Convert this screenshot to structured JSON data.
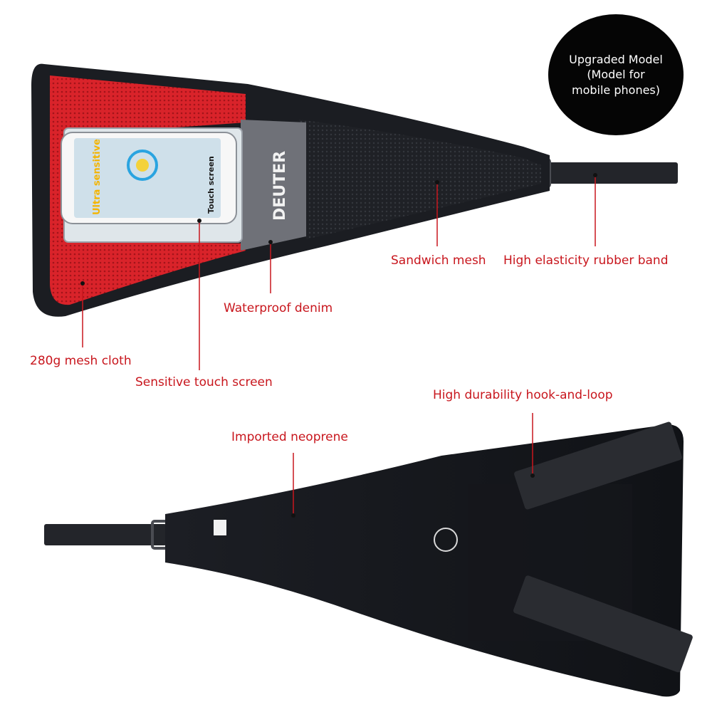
{
  "badge": {
    "line1": "Upgraded Model",
    "line2": "(Model for",
    "line3": "mobile phones)"
  },
  "labels": {
    "mesh_cloth": "280g mesh cloth",
    "touch_screen": "Sensitive touch screen",
    "denim": "Waterproof denim",
    "sandwich_mesh": "Sandwich mesh",
    "rubber_band": "High elasticity rubber band",
    "neoprene": "Imported neoprene",
    "hook_loop": "High durability hook-and-loop"
  },
  "product": {
    "brand": "DEUTER",
    "screen_text": "Ultra sensitive",
    "screen_subtext": "Touch screen"
  },
  "colors": {
    "accent_red": "#c8161d",
    "mesh_red": "#d9232a",
    "body_black": "#1b1d22",
    "denim_gray": "#6f7178",
    "badge_black": "#050505"
  }
}
